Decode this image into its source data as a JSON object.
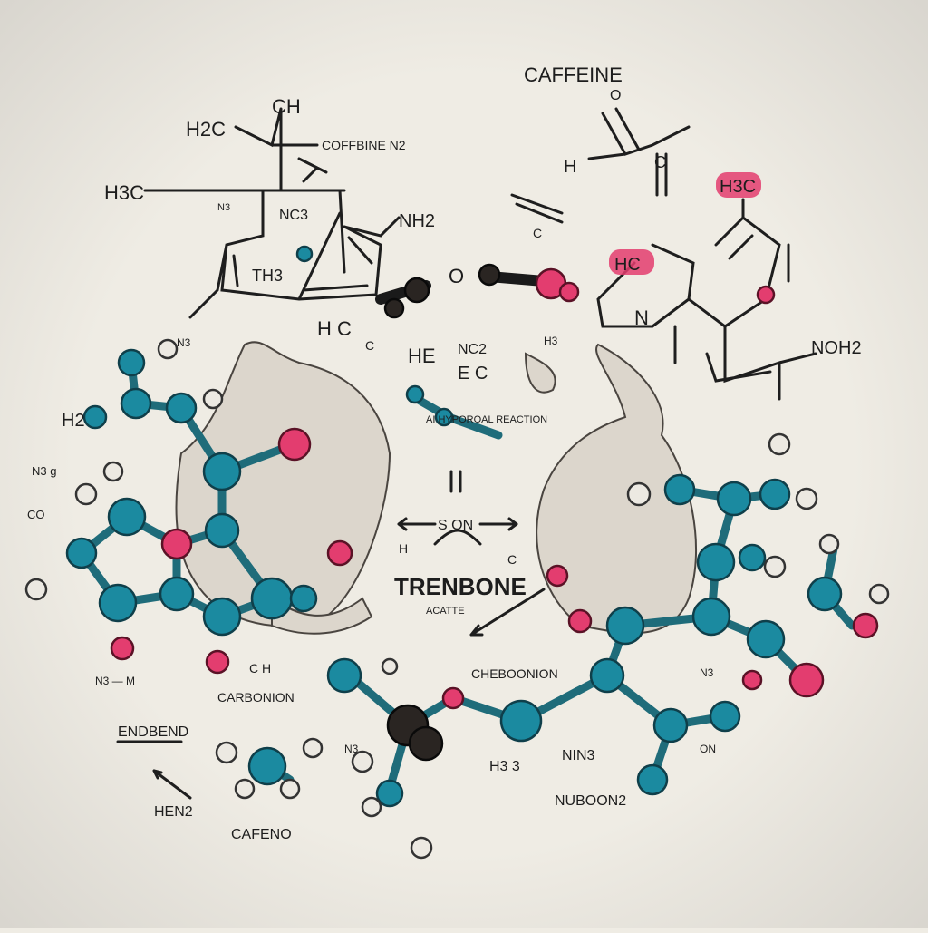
{
  "title": "CAFFEINE",
  "labels": {
    "ch": "CH",
    "h2c": "H2C",
    "caffeine_n2": "COFFBINE N2",
    "h3c_left": "H3C",
    "nh2": "NH2",
    "nc3": "NC3",
    "n3_small": "N3",
    "th3": "TH3",
    "hc_bottom": "H C",
    "o_center": "O",
    "o_top": "O",
    "c_top": "C",
    "h_top": "H",
    "c_small": "C",
    "h3c_pink": "H3C",
    "hc_pink": "HC",
    "n_right": "N",
    "noh2": "NOH2",
    "he": "HE",
    "nc2": "NC2",
    "ec": "E C",
    "h3_mid": "H3",
    "c_mid": "C",
    "reaction": "AI HYPOROAL REACTION",
    "h2_left": "H2",
    "n3_left": "N3",
    "n3g": "N3 g",
    "co": "CO",
    "son": "S ON",
    "h_mid": "H",
    "c_mid2": "C",
    "trenbone": "TRENBONE",
    "acetate": "ACATTE",
    "cheboonion": "CHEBOONION",
    "carbonion": "CARBONION",
    "ch_label": "C H",
    "n3m": "N3 — M",
    "endbend": "ENDBEND",
    "hen2": "HEN2",
    "cafeno": "CAFENO",
    "n3_b": "N3",
    "h3_b": "H3 3",
    "nin3": "NIN3",
    "nuboon2": "NUBOON2",
    "on": "ON",
    "n3_r": "N3"
  },
  "colors": {
    "teal": "#1b8aa0",
    "pink": "#e33d6f",
    "background": "#efece4"
  }
}
